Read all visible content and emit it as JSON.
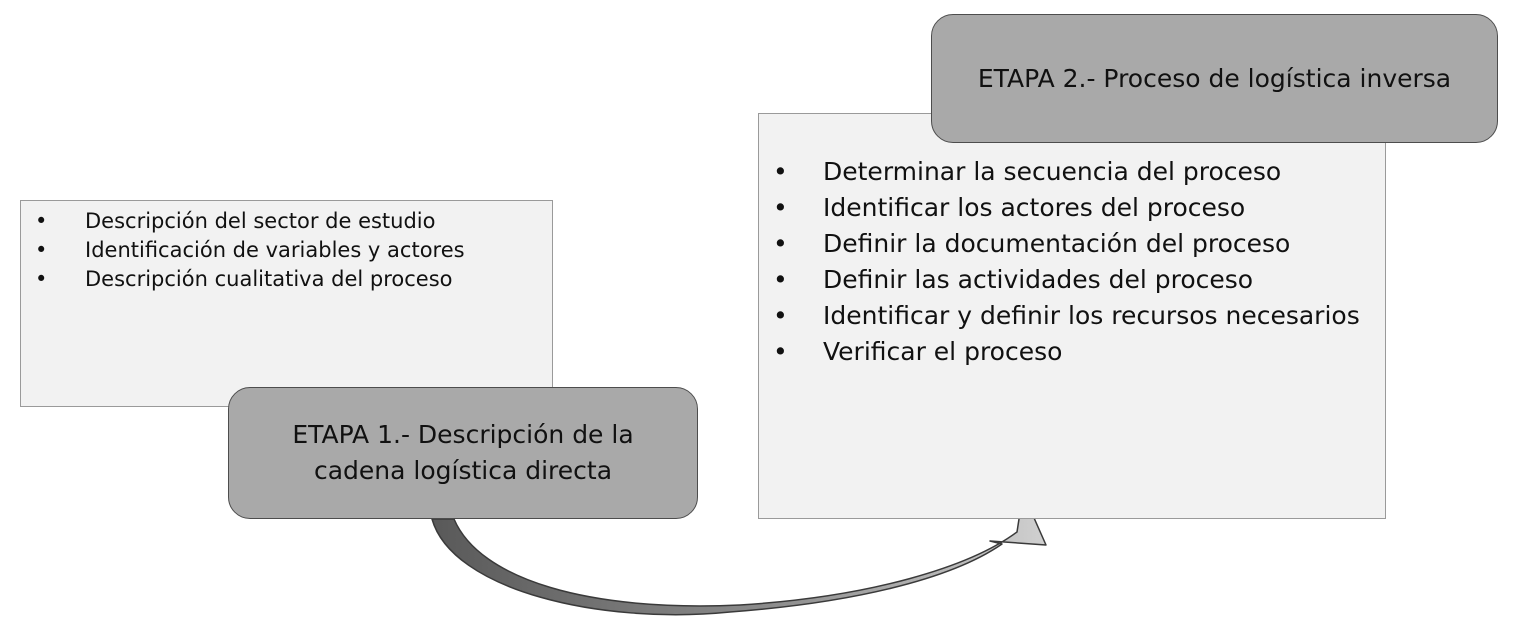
{
  "stage1": {
    "title": "ETAPA 1.- Descripción de la cadena logística directa",
    "items": [
      "Descripción del sector de estudio",
      "Identificación de variables y actores",
      "Descripción cualitativa del proceso"
    ]
  },
  "stage2": {
    "title": "ETAPA 2.- Proceso de logística inversa",
    "items": [
      "Determinar la secuencia del proceso",
      "Identificar los actores del proceso",
      "Definir la documentación del proceso",
      "Definir las actividades del proceso",
      "Identificar y definir los recursos necesarios",
      "Verificar el proceso"
    ]
  },
  "colors": {
    "panel_fill": "#f2f2f2",
    "stage_fill": "#a9a9a9",
    "arrow_dark": "#595959",
    "arrow_light": "#bfbfbf"
  }
}
